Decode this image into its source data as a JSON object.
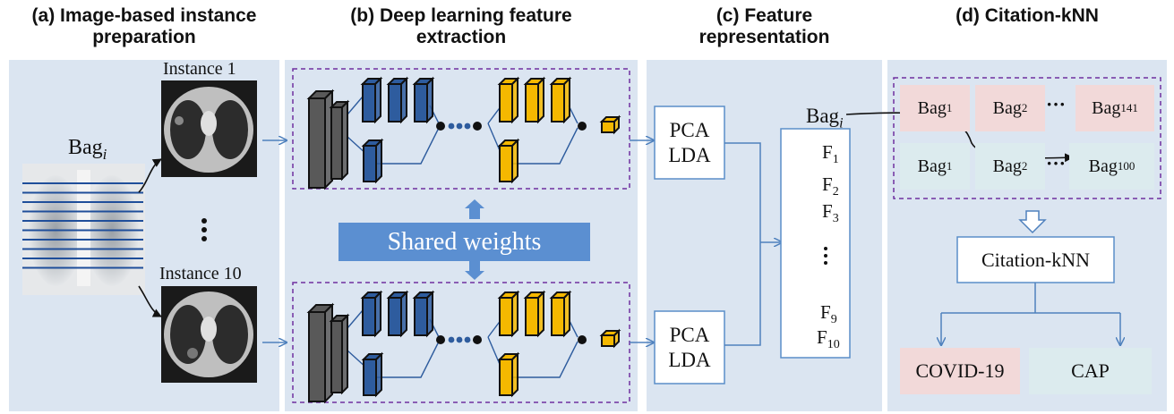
{
  "headers": {
    "a": [
      "(a) Image-based instance",
      "preparation"
    ],
    "b": [
      "(b) Deep learning feature",
      "extraction"
    ],
    "c": [
      "(c) Feature",
      "representation"
    ],
    "d": [
      "(d) Citation-kNN"
    ]
  },
  "panel_a": {
    "bag": {
      "base": "Bag",
      "sub": "i"
    },
    "instance_top": "Instance 1",
    "instance_bottom": "Instance 10"
  },
  "panel_b": {
    "shared_weights": "Shared weights"
  },
  "panel_c": {
    "pca_top": [
      "PCA",
      "LDA"
    ],
    "pca_bottom": [
      "PCA",
      "LDA"
    ],
    "bag": {
      "base": "Bag",
      "sub": "i"
    },
    "features": [
      {
        "base": "F",
        "sub": "1"
      },
      {
        "base": "F",
        "sub": "2"
      },
      {
        "base": "F",
        "sub": "3"
      },
      {
        "base": "F",
        "sub": "9"
      },
      {
        "base": "F",
        "sub": "10"
      }
    ]
  },
  "panel_d": {
    "row_covid": [
      {
        "base": "Bag",
        "sub": "1"
      },
      {
        "base": "Bag",
        "sub": "2"
      },
      {
        "base": "Bag",
        "sub": "141"
      }
    ],
    "row_cap": [
      {
        "base": "Bag",
        "sub": "1"
      },
      {
        "base": "Bag",
        "sub": "2"
      },
      {
        "base": "Bag",
        "sub": "100"
      }
    ],
    "ellipsis": "···",
    "citation_knn": "Citation-kNN",
    "out_covid": "COVID-19",
    "out_cap": "CAP"
  },
  "colors": {
    "panel_bg": "#dbe5f1",
    "arrow_blue": "#4f81bd",
    "layer_blue": "#2e5c9e",
    "layer_orange": "#f5b800",
    "layer_gray": "#595959",
    "dashed_purple": "#7030a0",
    "covid_pink": "#f2d9d9",
    "cap_teal": "#dcebee",
    "shared_banner": "#5b8fd1"
  }
}
